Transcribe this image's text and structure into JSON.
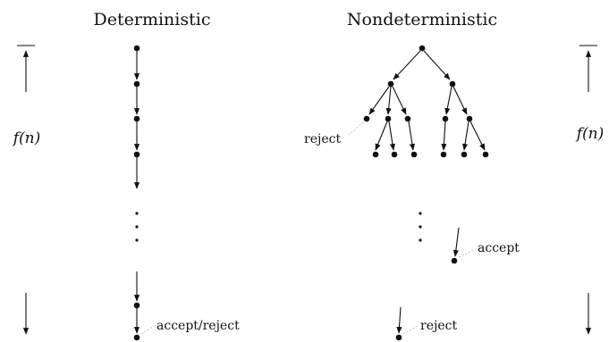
{
  "titles": {
    "deterministic": "Deterministic",
    "nondeterministic": "Nondeterministic"
  },
  "height_label": "f(n)",
  "labels": {
    "det_final": "accept/reject",
    "nondet_reject_top": "reject",
    "nondet_accept": "accept",
    "nondet_reject_bottom": "reject"
  }
}
